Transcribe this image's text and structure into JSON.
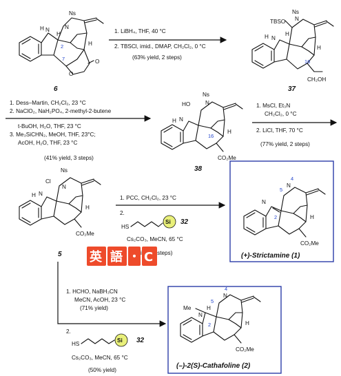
{
  "compounds": {
    "c6": {
      "label": "6",
      "atoms": [
        "Ns",
        "N",
        "H",
        "H",
        "H",
        "O",
        "O",
        "N"
      ],
      "nums": [
        "2",
        "7"
      ]
    },
    "c37": {
      "label": "37",
      "atoms": [
        "Ns",
        "TBSO",
        "N",
        "H",
        "H",
        "N",
        "CH₂OH",
        "H"
      ],
      "nums": [
        "16"
      ]
    },
    "c38": {
      "label": "38",
      "atoms": [
        "Ns",
        "HO",
        "N",
        "H",
        "N",
        "CO₂Me",
        "H"
      ],
      "nums": [
        "16"
      ]
    },
    "c5": {
      "label": "5",
      "atoms": [
        "Ns",
        "Cl",
        "N",
        "H",
        "N",
        "CO₂Me",
        "H"
      ]
    },
    "strictamine": {
      "name": "(+)-Strictamine (1)",
      "atoms": [
        "N",
        "N",
        "CO₂Me",
        "H"
      ],
      "nums": [
        "5",
        "4",
        "2"
      ]
    },
    "cathafoline": {
      "name": "(–)-2(S)-Cathafoline (2)",
      "atoms": [
        "Me",
        "N",
        "N",
        "H",
        "CO₂Me",
        "H"
      ],
      "nums": [
        "5",
        "4",
        "2"
      ]
    }
  },
  "step1": {
    "line1": "1. LiBH₄, THF, 40 °C",
    "line2": "2. TBSCl, imid., DMAP, CH₂Cl₂, 0 °C",
    "yield": "(63% yield, 2 steps)"
  },
  "step2": {
    "line1": "1. Dess–Martin, CH₂Cl₂, 23 °C",
    "line2": "2. NaClO₂, NaH₂PO₄, 2-methyl-2-butene",
    "line3": "t-BuOH, H₂O, THF, 23 °C",
    "line4": "3. Me₃SiCHN₂, MeOH, THF, 23°C;",
    "line5": "AcOH, H₂O, THF, 23 °C",
    "yield": "(41% yield, 3 steps)"
  },
  "step3": {
    "line1": "1. MsCl, Et₃N",
    "line2": "CH₂Cl₂, 0 °C",
    "line3": "2. LiCl, THF, 70 °C",
    "yield": "(77% yield, 2 steps)"
  },
  "step4": {
    "line1": "1. PCC, CH₂Cl₂, 23 °C",
    "line2": "2.",
    "reagent_prefix": "HS",
    "si": "Si",
    "ref": "32",
    "line3": "Cs₂CO₃, MeCN, 65 °C",
    "yield": "ield, 2 steps)"
  },
  "step5": {
    "line1": "1. HCHO, NaBH₃CN",
    "line2": "MeCN, AcOH, 23 °C",
    "yield1": "(71% yield)",
    "line3": "2.",
    "reagent_prefix": "HS",
    "si": "Si",
    "ref": "32",
    "line4": "Cs₂CO₃, MeCN, 65 °C",
    "yield2": "(50% yield)"
  },
  "watermark": {
    "chars": [
      "英",
      "語",
      "・",
      "C"
    ],
    "colors": [
      "#ee4b2b",
      "#ee4b2b",
      "#ee4b2b",
      "#ee4b2b"
    ]
  },
  "colors": {
    "box": "#2a3ca8",
    "numbers": "#2244cc",
    "si_fill": "#e9f07a"
  }
}
